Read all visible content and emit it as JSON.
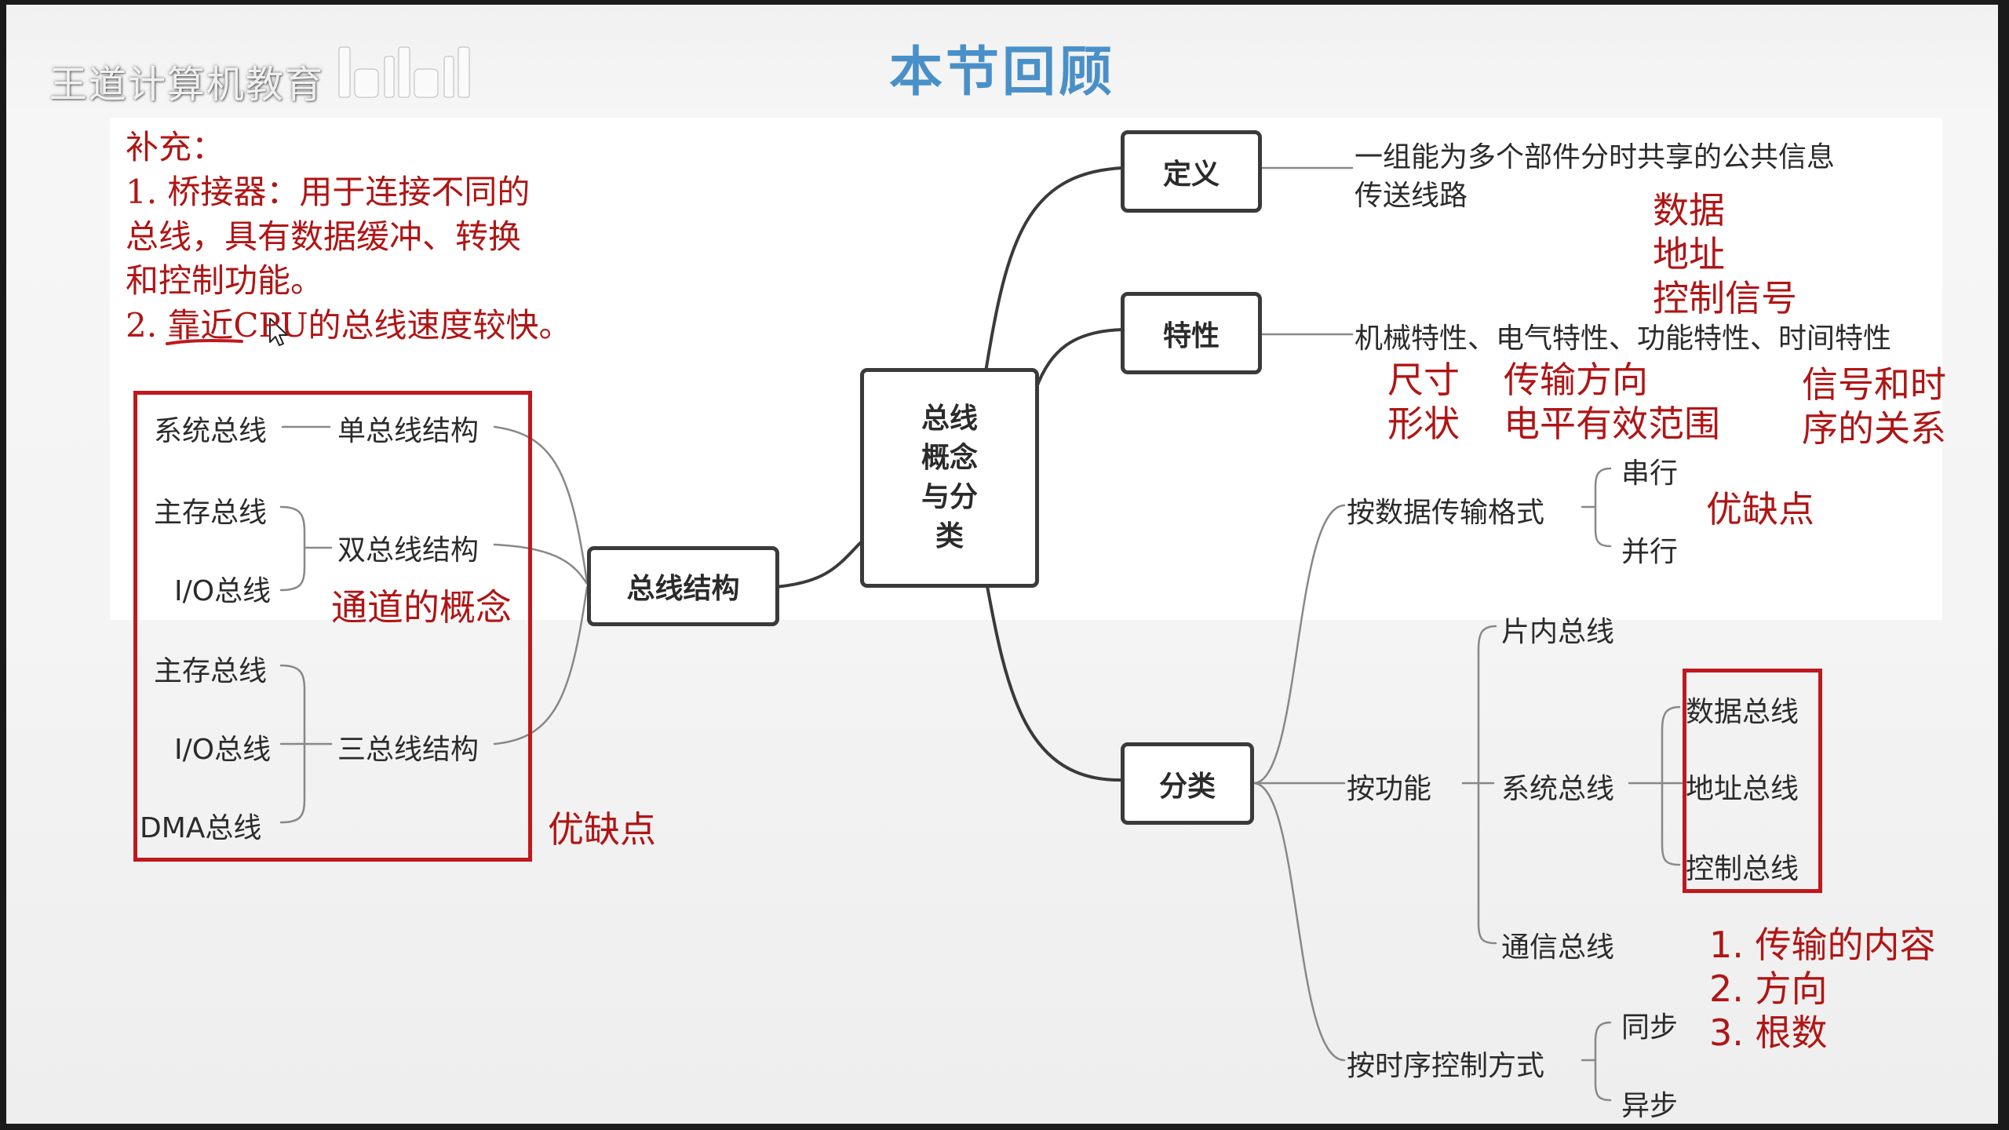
{
  "watermark": {
    "text": "王道计算机教育"
  },
  "slide": {
    "title": "本节回顾"
  },
  "notes": {
    "heading": "补充：",
    "line1": "1. 桥接器：用于连接不同的",
    "line2": "总线，具有数据缓冲、转换",
    "line3": "和控制功能。",
    "line4": "2. 靠近CPU的总线速度较快。"
  },
  "center": {
    "label": "总线\n概念\n与分\n类"
  },
  "structure": {
    "node": "总线结构",
    "single": "单总线结构",
    "single_left": "系统总线",
    "dual": "双总线结构",
    "dual_left1": "主存总线",
    "dual_left2": "I/O总线",
    "triple": "三总线结构",
    "triple_left1": "主存总线",
    "triple_left2": "I/O总线",
    "triple_left3": "DMA总线",
    "note_channel": "通道的概念",
    "note_pros": "优缺点"
  },
  "definition": {
    "node": "定义",
    "text1": "一组能为多个部件分时共享的公共信息",
    "text2": "传送线路",
    "note1": "数据",
    "note2": "地址",
    "note3": "控制信号"
  },
  "properties": {
    "node": "特性",
    "text": "机械特性、电气特性、功能特性、时间特性",
    "note_mech1": "尺寸",
    "note_mech2": "形状",
    "note_elec1": "传输方向",
    "note_elec2": "电平有效范围",
    "note_time1": "信号和时",
    "note_time2": "序的关系"
  },
  "classification": {
    "node": "分类",
    "by_format": "按数据传输格式",
    "serial": "串行",
    "parallel": "并行",
    "format_note": "优缺点",
    "by_function": "按功能",
    "on_chip": "片内总线",
    "system_bus": "系统总线",
    "data_bus": "数据总线",
    "address_bus": "地址总线",
    "control_bus": "控制总线",
    "comm_bus": "通信总线",
    "func_note1": "1. 传输的内容",
    "func_note2": "2. 方向",
    "func_note3": "3. 根数",
    "by_timing": "按时序控制方式",
    "sync": "同步",
    "async": "异步"
  },
  "colors": {
    "title": "#4a90c8",
    "annotation": "#b01515",
    "highlight_box": "#c0181d",
    "node_border": "#3a3a3a"
  }
}
